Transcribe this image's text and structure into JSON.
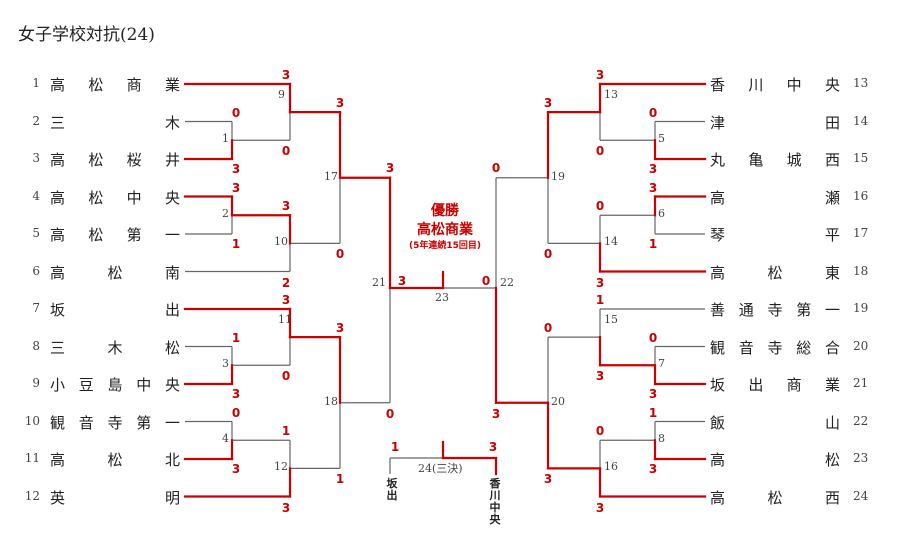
{
  "title": "女子学校対抗(24)",
  "left_teams": [
    {
      "num": "1",
      "chars": [
        "高",
        "松",
        "商",
        "業"
      ]
    },
    {
      "num": "2",
      "chars": [
        "三",
        "木"
      ]
    },
    {
      "num": "3",
      "chars": [
        "高",
        "松",
        "桜",
        "井"
      ]
    },
    {
      "num": "4",
      "chars": [
        "高",
        "松",
        "中",
        "央"
      ]
    },
    {
      "num": "5",
      "chars": [
        "高",
        "松",
        "第",
        "一"
      ]
    },
    {
      "num": "6",
      "chars": [
        "高",
        "松",
        "南"
      ]
    },
    {
      "num": "7",
      "chars": [
        "坂",
        "出"
      ]
    },
    {
      "num": "8",
      "chars": [
        "三",
        "木",
        "松"
      ]
    },
    {
      "num": "9",
      "chars": [
        "小",
        "豆",
        "島",
        "中",
        "央"
      ]
    },
    {
      "num": "10",
      "chars": [
        "観",
        "音",
        "寺",
        "第",
        "一"
      ]
    },
    {
      "num": "11",
      "chars": [
        "高",
        "松",
        "北"
      ]
    },
    {
      "num": "12",
      "chars": [
        "英",
        "明"
      ]
    }
  ],
  "right_teams": [
    {
      "num": "13",
      "chars": [
        "香",
        "川",
        "中",
        "央"
      ]
    },
    {
      "num": "14",
      "chars": [
        "津",
        "田"
      ]
    },
    {
      "num": "15",
      "chars": [
        "丸",
        "亀",
        "城",
        "西"
      ]
    },
    {
      "num": "16",
      "chars": [
        "高",
        "瀬"
      ]
    },
    {
      "num": "17",
      "chars": [
        "琴",
        "平"
      ]
    },
    {
      "num": "18",
      "chars": [
        "高",
        "松",
        "東"
      ]
    },
    {
      "num": "19",
      "chars": [
        "善",
        "通",
        "寺",
        "第",
        "一"
      ]
    },
    {
      "num": "20",
      "chars": [
        "観",
        "音",
        "寺",
        "総",
        "合"
      ]
    },
    {
      "num": "21",
      "chars": [
        "坂",
        "出",
        "商",
        "業"
      ]
    },
    {
      "num": "22",
      "chars": [
        "飯",
        "山"
      ]
    },
    {
      "num": "23",
      "chars": [
        "高",
        "松"
      ]
    },
    {
      "num": "24",
      "chars": [
        "高",
        "松",
        "西"
      ]
    }
  ],
  "game_numbers": {
    "g1": "1",
    "g2": "2",
    "g3": "3",
    "g4": "4",
    "g5": "5",
    "g6": "6",
    "g7": "7",
    "g8": "8",
    "g9": "9",
    "g10": "10",
    "g11": "11",
    "g12": "12",
    "g13": "13",
    "g14": "14",
    "g15": "15",
    "g16": "16",
    "g17": "17",
    "g18": "18",
    "g19": "19",
    "g20": "20",
    "g21": "21",
    "g22": "22",
    "g23": "23",
    "g24": "24(三決)"
  },
  "scores": {
    "g1_top": "0",
    "g1_bot": "3",
    "g2_top": "3",
    "g2_bot": "1",
    "g3_top": "1",
    "g3_bot": "3",
    "g4_top": "0",
    "g4_bot": "3",
    "g5_top": "0",
    "g5_bot": "3",
    "g6_top": "3",
    "g6_bot": "1",
    "g7_top": "0",
    "g7_bot": "3",
    "g8_top": "1",
    "g8_bot": "3",
    "g9_top": "3",
    "g9_bot": "0",
    "g10_top": "3",
    "g10_bot": "2",
    "g11_top": "3",
    "g11_bot": "0",
    "g12_top": "1",
    "g12_bot": "3",
    "g13_top": "3",
    "g13_bot": "0",
    "g14_top": "0",
    "g14_bot": "3",
    "g15_top": "1",
    "g15_bot": "3",
    "g16_top": "0",
    "g16_bot": "3",
    "g17_top": "3",
    "g17_bot": "0",
    "g18_top": "3",
    "g18_bot": "1",
    "g19_top": "3",
    "g19_bot": "0",
    "g20_top": "0",
    "g20_bot": "3",
    "g21_top": "3",
    "g21_bot": "0",
    "g22_top": "0",
    "g22_bot": "3",
    "g23_left": "3",
    "g23_right": "0",
    "g24_left": "1",
    "g24_right": "3"
  },
  "champion": {
    "label": "優勝",
    "team": "高松商業",
    "note": "(5年連続15回目)"
  },
  "third_place": {
    "left_team": "坂出",
    "right_team": "香川中央"
  },
  "colors": {
    "winner_line": "#cc0000",
    "bracket_line": "#666666",
    "text": "#222222"
  }
}
